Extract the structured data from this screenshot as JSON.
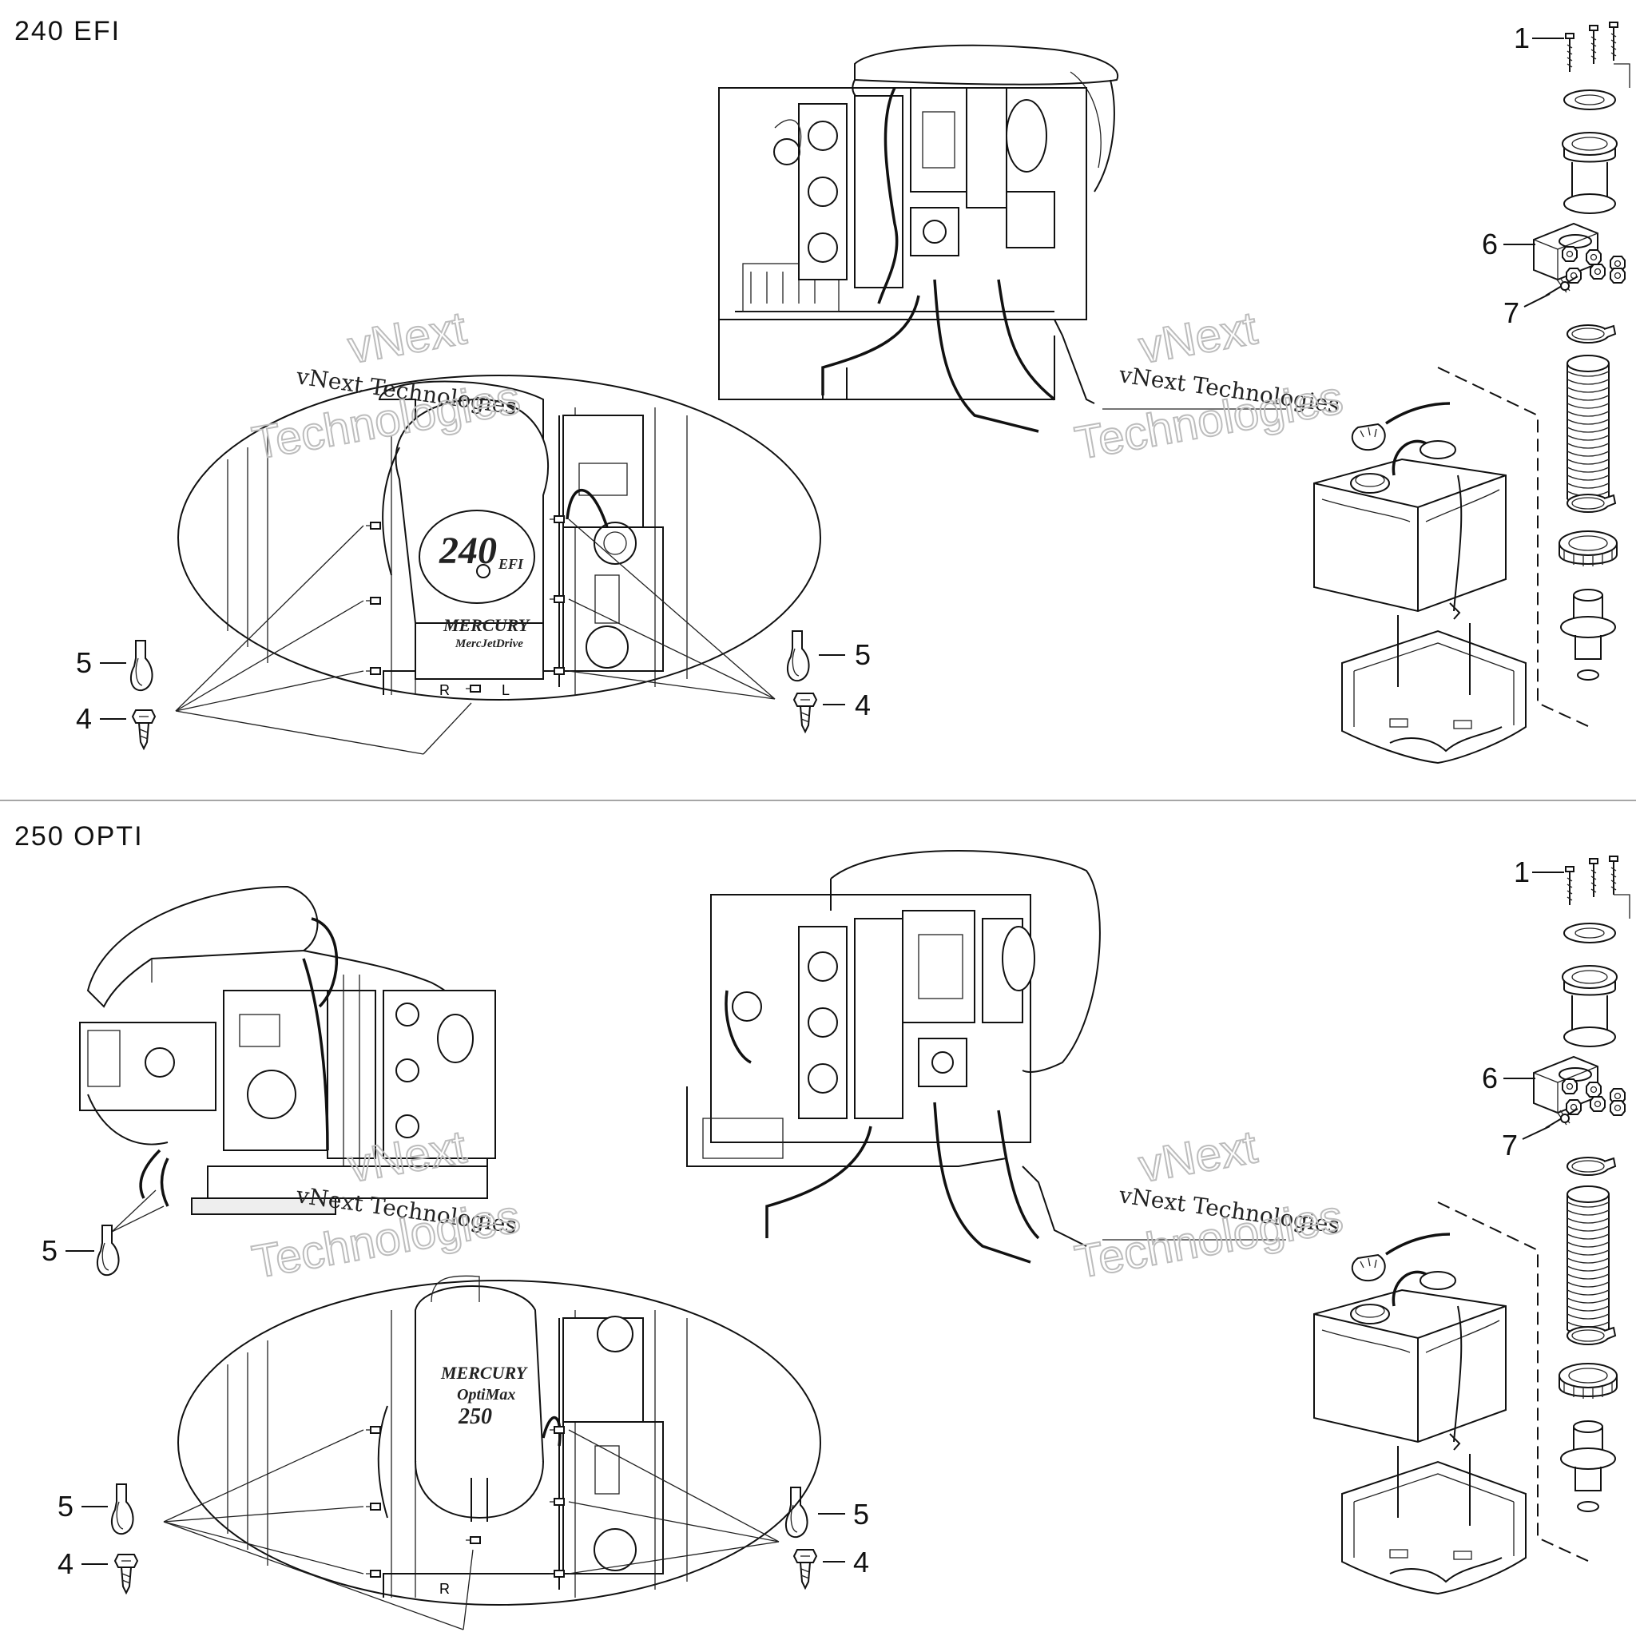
{
  "sections": [
    {
      "title": "240 EFI",
      "logo_main": "240",
      "logo_sub": "EFI",
      "logo_brand": "MERCURY",
      "logo_model": "MercJetDrive"
    },
    {
      "title": "250 OPTI",
      "logo_brand": "MERCURY",
      "logo_model": "OptiMax",
      "logo_num": "250"
    }
  ],
  "callouts": {
    "s1": [
      "1",
      "6",
      "7",
      "5",
      "4",
      "5",
      "4"
    ],
    "s2": [
      "1",
      "6",
      "7",
      "5",
      "5",
      "4",
      "5",
      "4"
    ]
  },
  "watermark": {
    "small": "vNext Technologies",
    "big_1": "vNext",
    "big_2": "Technologies"
  },
  "marker_letters": [
    "R",
    "L"
  ]
}
